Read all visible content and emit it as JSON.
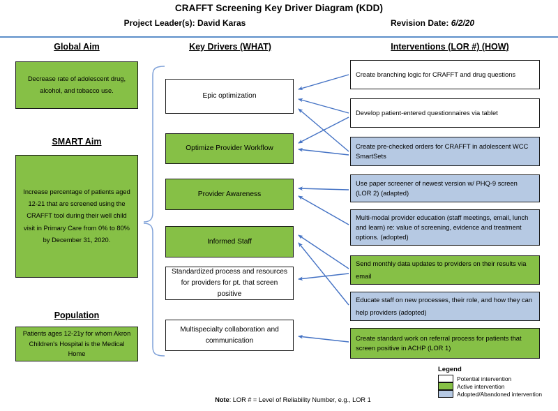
{
  "header": {
    "title": "CRAFFT Screening Key Driver Diagram (KDD)",
    "project_leader_label": "Project Leader(s): David Karas",
    "revision_label": "Revision Date:",
    "revision_date": "6/2/20"
  },
  "columns": {
    "global_aim": "Global Aim",
    "key_drivers": "Key Drivers (WHAT)",
    "interventions": "Interventions (LOR #) (HOW)"
  },
  "left": {
    "global_aim_text": "Decrease rate of adolescent drug, alcohol, and tobacco use.",
    "smart_aim_heading": "SMART Aim",
    "smart_aim_text": "Increase percentage of patients aged 12-21 that are screened using the CRAFFT tool during their well child visit  in Primary Care from 0% to 80% by December 31, 2020.",
    "population_heading": "Population",
    "population_text": "Patients ages 12-21y for whom Akron Children's Hospital is the Medical Home"
  },
  "drivers": [
    {
      "id": "d1",
      "label": "Epic optimization",
      "status": "potential"
    },
    {
      "id": "d2",
      "label": "Optimize Provider Workflow",
      "status": "active"
    },
    {
      "id": "d3",
      "label": "Provider Awareness",
      "status": "active"
    },
    {
      "id": "d4",
      "label": "Informed Staff",
      "status": "active"
    },
    {
      "id": "d5",
      "label": "Standardized process  and resources for providers for pt. that screen positive",
      "status": "potential"
    },
    {
      "id": "d6",
      "label": "Multispecialty collaboration and communication",
      "status": "potential"
    }
  ],
  "interventions": [
    {
      "id": "i1",
      "label": "Create branching logic for CRAFFT and drug questions",
      "status": "potential"
    },
    {
      "id": "i2",
      "label": "Develop patient-entered questionnaires via tablet",
      "status": "potential"
    },
    {
      "id": "i3",
      "label": "Create pre-checked orders for CRAFFT in adolescent WCC SmartSets",
      "status": "adopted"
    },
    {
      "id": "i4",
      "label": "Use paper screener of newest version w/ PHQ-9 screen (LOR 2) (adapted)",
      "status": "adopted"
    },
    {
      "id": "i5",
      "label": "Multi-modal provider education (staff meetings, email, lunch and learn) re: value of screening, evidence and treatment options.  (adopted)",
      "status": "adopted"
    },
    {
      "id": "i6",
      "label": "Send monthly data updates to providers on their results via email",
      "status": "active"
    },
    {
      "id": "i7",
      "label": "Educate staff on new processes, their role, and how they can help providers (adopted)",
      "status": "adopted"
    },
    {
      "id": "i8",
      "label": "Create standard work on referral process for patients that screen positive in ACHP (LOR 1)",
      "status": "active"
    }
  ],
  "legend": {
    "title": "Legend",
    "items": [
      {
        "label": "Potential intervention",
        "color": "#ffffff"
      },
      {
        "label": "Active intervention",
        "color": "#86C046"
      },
      {
        "label": "Adopted/Abandoned intervention",
        "color": "#B6C9E3"
      }
    ]
  },
  "note": {
    "prefix": "Note",
    "text": ": LOR # = Level of Reliability Number, e.g., LOR 1"
  },
  "colors": {
    "active_green": "#86C046",
    "adopted_blue": "#B6C9E3",
    "potential_white": "#ffffff",
    "connector_blue": "#4472C4",
    "rule_blue": "#5B8EC9"
  }
}
